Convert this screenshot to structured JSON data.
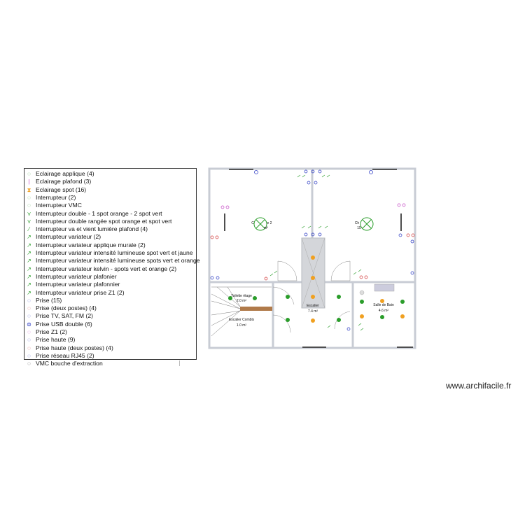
{
  "legend": {
    "items": [
      {
        "label": "Eclairage applique (4)",
        "icon": "wall-light-icon",
        "color": "#2a9d2a"
      },
      {
        "label": "Eclairage plafond (3)",
        "icon": "ceiling-light-icon",
        "color": "#c03cc0"
      },
      {
        "label": "Eclairage spot (16)",
        "icon": "spot-icon",
        "color": "#f0a020"
      },
      {
        "label": "Interrupteur (2)",
        "icon": "switch-icon",
        "color": "#2a9d2a"
      },
      {
        "label": "Interrupteur VMC",
        "icon": "switch-icon",
        "color": "#2a9d2a"
      },
      {
        "label": "Interrupteur double - 1 spot orange - 2 spot vert",
        "icon": "double-switch-icon",
        "color": "#2a9d2a"
      },
      {
        "label": "Interrupteur double rangée spot orange et spot vert",
        "icon": "double-switch-icon",
        "color": "#2a9d2a"
      },
      {
        "label": "Interrupteur va et vient lumière plafond (4)",
        "icon": "two-way-switch-icon",
        "color": "#2a9d2a"
      },
      {
        "label": "Interrupteur variateur (2)",
        "icon": "dimmer-icon",
        "color": "#2a9d2a"
      },
      {
        "label": "Interrupteur variateur applique murale (2)",
        "icon": "dimmer-icon",
        "color": "#2a9d2a"
      },
      {
        "label": "Interrupteur variateur intensité lumineuse spot vert et jaune",
        "icon": "dimmer-icon",
        "color": "#2a9d2a"
      },
      {
        "label": "Interrupteur variateur intensité lumineuse spots vert et orange",
        "icon": "dimmer-icon",
        "color": "#2a9d2a"
      },
      {
        "label": "Interrupteur variateur kelvin - spots vert et orange (2)",
        "icon": "dimmer-icon",
        "color": "#2a9d2a"
      },
      {
        "label": "Interrupteur variateur plafonier",
        "icon": "dimmer-icon",
        "color": "#2a9d2a"
      },
      {
        "label": "Interrupteur variateur plafonnier",
        "icon": "dimmer-icon",
        "color": "#2a9d2a"
      },
      {
        "label": "Interrupteur variateur prise Z1 (2)",
        "icon": "dimmer-icon",
        "color": "#2a9d2a"
      },
      {
        "label": "Prise (15)",
        "icon": "outlet-icon",
        "color": "#2030c0"
      },
      {
        "label": "Prise (deux postes) (4)",
        "icon": "double-outlet-icon",
        "color": "#d03030"
      },
      {
        "label": "Prise TV, SAT, FM (2)",
        "icon": "tv-outlet-icon",
        "color": "#2030c0"
      },
      {
        "label": "Prise USB double (6)",
        "icon": "usb-outlet-icon",
        "color": "#2030c0"
      },
      {
        "label": "Prise Z1 (2)",
        "icon": "outlet-icon",
        "color": "#c03cc0"
      },
      {
        "label": "Prise haute (9)",
        "icon": "high-outlet-icon",
        "color": "#2030c0"
      },
      {
        "label": "Prise haute (deux postes) (4)",
        "icon": "high-outlet-icon",
        "color": "#d03030"
      },
      {
        "label": "Prise réseau RJ45 (2)",
        "icon": "network-outlet-icon",
        "color": "#2030c0"
      },
      {
        "label": "VMC bouche d'extraction",
        "icon": "vmc-icon",
        "color": "#111111"
      }
    ]
  },
  "plan": {
    "rooms": [
      {
        "name": "Toilette étage",
        "area": "2.0 m²"
      },
      {
        "name": "Escalier Combls",
        "area": "1.0 m²"
      },
      {
        "name": "Escalier",
        "area": "7.4 m²"
      },
      {
        "name": "Salle de Bain",
        "area": "4.6 m²"
      }
    ],
    "partial_labels": [
      "C",
      "e 2",
      "m²",
      "Ch",
      "15"
    ]
  },
  "watermark": "www.archifacile.fr"
}
